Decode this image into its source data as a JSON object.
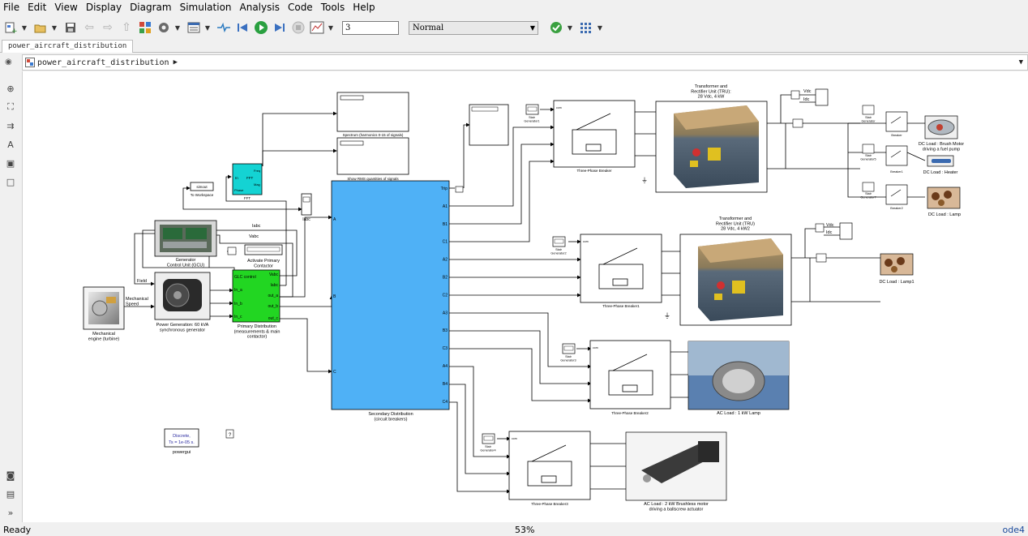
{
  "menu": [
    "File",
    "Edit",
    "View",
    "Display",
    "Diagram",
    "Simulation",
    "Analysis",
    "Code",
    "Tools",
    "Help"
  ],
  "toolbar": {
    "stop_time": "3",
    "sim_mode": "Normal",
    "icons": [
      "new-model-icon",
      "open-icon",
      "save-icon",
      "back-icon",
      "forward-icon",
      "up-icon",
      "library-browser-icon",
      "settings-icon",
      "explorer-icon",
      "signal-icon",
      "step-back-icon",
      "run-icon",
      "step-forward-icon",
      "stop-icon",
      "scope-icon",
      "check-icon",
      "apps-icon"
    ]
  },
  "tab": {
    "label": "power_aircraft_distribution"
  },
  "address": {
    "path": "power_aircraft_distribution"
  },
  "palette": [
    "zoom-icon",
    "fit-view-icon",
    "arrow-icon",
    "text-icon",
    "image-icon",
    "area-icon",
    "camera-icon",
    "hierarchy-icon",
    "expand-icon"
  ],
  "diagram": {
    "scope_spectrum": "Spectrum (harmonics 0-15 of signals)",
    "scope_rms": "Show RMS quantities of signals",
    "fft_label": "FFT",
    "fft_block": "FFT",
    "fft_in": "In",
    "fft_freq": "Freq",
    "fft_mag": "Mag",
    "fft_phase": "Phase",
    "to_workspace": "simout",
    "to_workspace_label": "To Workspace",
    "iabc_display": "Iabc",
    "sig_iabc": "Iabc",
    "sig_vabc": "Vabc",
    "sig_field": "Field",
    "sig_mech": "Mechanical\nSpeed",
    "gcu": "Generator\nControl Unit (GCU)",
    "activate": "Activate Primary\nContactor",
    "gen_caption": "Power Generation: 60 kVA\nsynchronous generator",
    "engine": "Mechanical\nengine (turbine)",
    "primary_ports": [
      "GLC control",
      "Vabc",
      "Iabc",
      "out_a",
      "out_b",
      "out_c"
    ],
    "primary_in": [
      "In_a",
      "In_b",
      "In_c"
    ],
    "primary_caption": "Primary Distribution\n(measurements & main\ncontactor)",
    "secondary_ports": [
      "Trip",
      "A1",
      "B1",
      "C1",
      "A2",
      "B2",
      "C2",
      "A3",
      "B3",
      "C3",
      "A4",
      "B4",
      "C4"
    ],
    "secondary_in": [
      "A",
      "B",
      "C"
    ],
    "secondary_caption": "Secondary Distribution\n(circuit breakers)",
    "powergui_line1": "Discrete,",
    "powergui_line2": "Ts = 1e-05 s.",
    "powergui_label": "powergui",
    "help_block": "?",
    "stair1": "Stair\nGenerator1",
    "stair2": "Stair\nGenerator2",
    "stair3": "Stair\nGenerator3",
    "stair4": "Stair\nGenerator4",
    "breaker_label": "Three-Phase Breaker",
    "breaker1_label": "Three-Phase Breaker1",
    "breaker2_label": "Three-Phase Breaker2",
    "breaker3_label": "Three-Phase Breaker3",
    "tru1": "Transformer and\nRectifier Unit (TRU):\n28 Vdc, 4 kW",
    "tru2": "Transformer and\nRectifier Unit (TRU)\n28 Vdc, 4 kW2",
    "vdc": "Vdc",
    "idc": "Idc",
    "stair_dc": "Stair\nGenerator",
    "stair_dc5": "Stair\nGenerator5",
    "stair_dc7": "Stair\nGenerator7",
    "breaker_dc": "Breaker",
    "breaker_dc1": "Breaker1",
    "breaker_dc2": "Breaker2",
    "dc_motor": "DC Load :  Brush Motor\ndriving a fuel pump",
    "dc_heater": "DC Load :  Heater",
    "dc_lamp": "DC Load :  Lamp",
    "dc_lamp1": "DC Load :  Lamp1",
    "ac_lamp": "AC Load : 1 kW Lamp",
    "ac_motor": "AC Load : 2 kW Brushless motor\ndriving a ballscrew actuator",
    "com": "com"
  },
  "status": {
    "left": "Ready",
    "zoom": "53%",
    "solver": "ode4"
  }
}
